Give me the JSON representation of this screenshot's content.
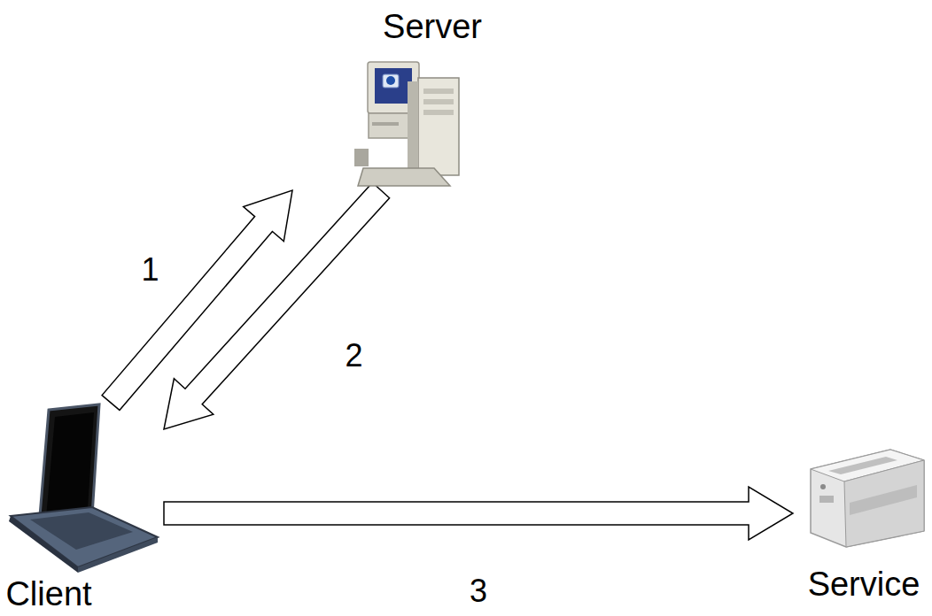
{
  "diagram": {
    "nodes": [
      {
        "text": [
          "Server"
        ]
      },
      {
        "text": [
          "Client"
        ]
      },
      {
        "text": [
          "Service"
        ]
      }
    ],
    "edges": [
      {
        "from": 1,
        "to": 0,
        "arrow": "to",
        "label": "1"
      },
      {
        "from": 0,
        "to": 1,
        "arrow": "to",
        "label": "2"
      },
      {
        "from": 1,
        "to": 2,
        "arrow": "to",
        "label": "3"
      }
    ]
  }
}
